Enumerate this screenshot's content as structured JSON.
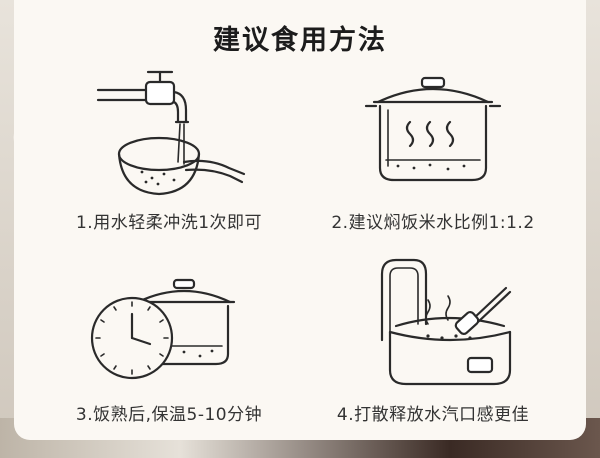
{
  "title": "建议食用方法",
  "steps": [
    {
      "caption": "1.用水轻柔冲洗1次即可",
      "icon": "faucet-washing-rice-icon"
    },
    {
      "caption": "2.建议焖饭米水比例1:1.2",
      "icon": "steaming-pot-icon"
    },
    {
      "caption": "3.饭熟后,保温5-10分钟",
      "icon": "clock-and-rice-cooker-icon"
    },
    {
      "caption": "4.打散释放水汽口感更佳",
      "icon": "open-rice-cooker-spatula-icon"
    }
  ]
}
